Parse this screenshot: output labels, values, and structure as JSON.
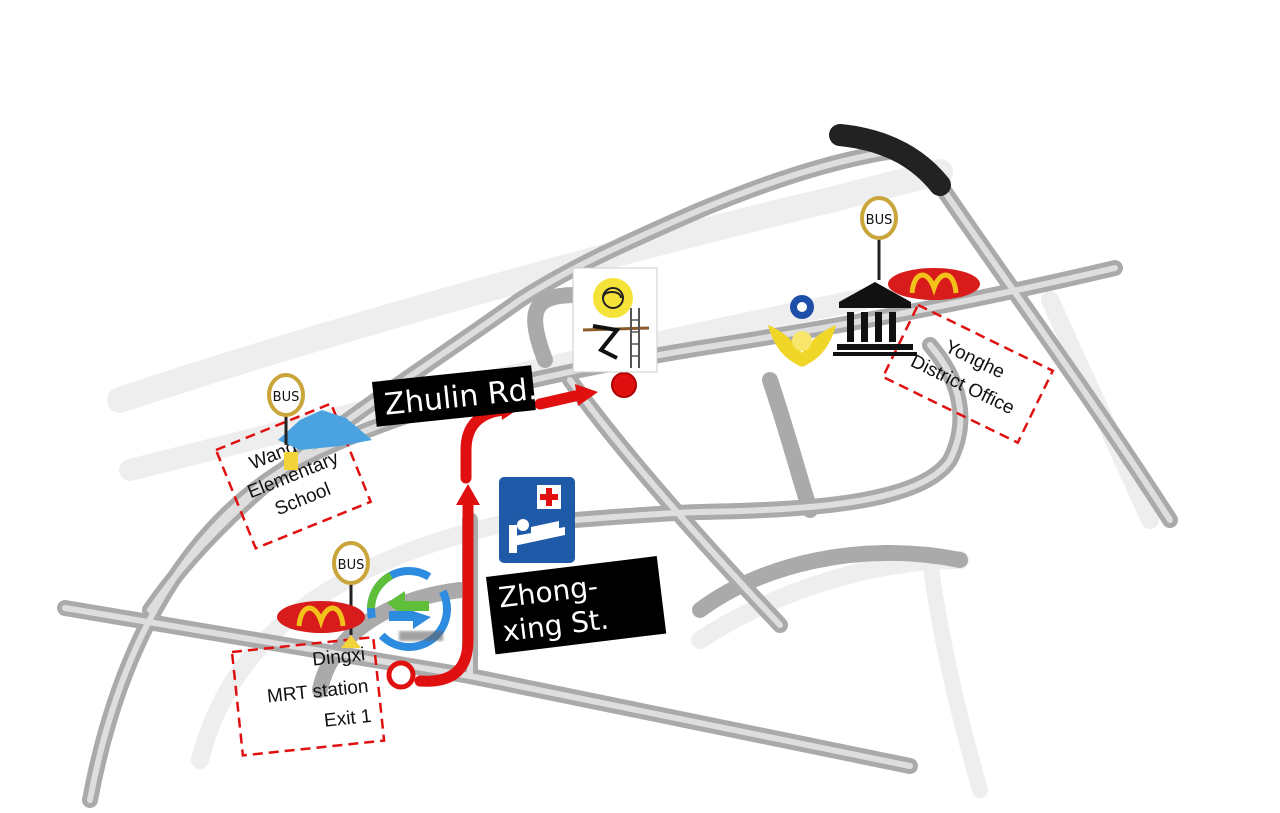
{
  "streets": {
    "zhulin": "Zhulin Rd.",
    "zhongxing_line1": "Zhong-",
    "zhongxing_line2": "xing St."
  },
  "places": {
    "school_line1": "Wang Xi",
    "school_line2": "Elementary",
    "school_line3": "School",
    "district_line1": "Yonghe",
    "district_line2": "District Office",
    "station_line1": "Dingxi",
    "station_line2": "MRT station",
    "station_line3": "Exit 1"
  },
  "bus_stop_text": "BUS",
  "icons": {
    "bus": "bus-stop-icon",
    "restaurant": "mcdonalds-icon",
    "metro": "metro-logo-icon",
    "hospital": "hospital-icon",
    "government": "government-building-icon",
    "police": "police-emblem-icon",
    "destination": "temple-sign-icon"
  },
  "colors": {
    "route": "#e01010",
    "road": "#a9a9a9",
    "label_bg": "#000000",
    "hospital_bg": "#1e5aa8"
  }
}
